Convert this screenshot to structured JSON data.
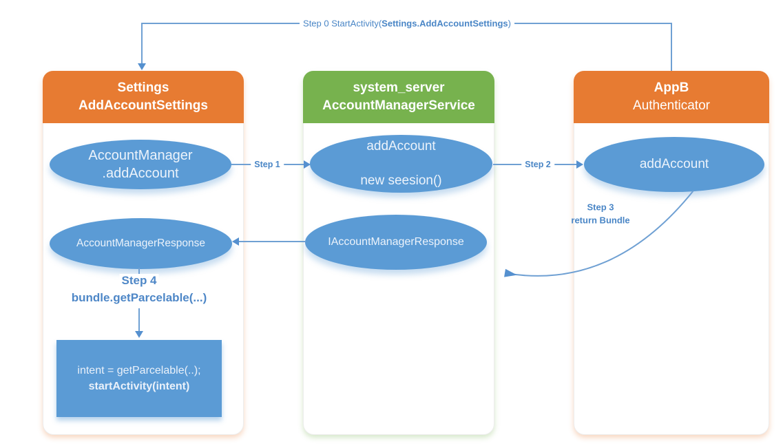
{
  "colors": {
    "orange": "#E77B32",
    "green": "#77B24E",
    "blue": "#5B9BD5",
    "line_blue": "#6FA0D3",
    "label_blue": "#4A86C6"
  },
  "step0": {
    "prefix": "Step 0  StartActivity(",
    "bold": "Settings.AddAccountSettings",
    "suffix": ")"
  },
  "columns": [
    {
      "title": "Settings",
      "subtitle": "AddAccountSettings"
    },
    {
      "title": "system_server",
      "subtitle": "AccountManagerService"
    },
    {
      "title": "AppB",
      "subtitle": "Authenticator"
    }
  ],
  "nodes": {
    "account_manager": {
      "line1": "AccountManager",
      "line2": ".addAccount"
    },
    "add_account_session": {
      "line1": "addAccount",
      "line2": "new seesion()"
    },
    "add_account_b": {
      "label": "addAccount"
    },
    "account_manager_response": {
      "label": "AccountManagerResponse"
    },
    "iaccount_manager_response": {
      "label": "IAccountManagerResponse"
    }
  },
  "arrows": {
    "step1": "Step 1",
    "step2": "Step 2",
    "step3_line1": "Step 3",
    "step3_line2": "return Bundle",
    "step4_line1": "Step 4",
    "step4_line2": "bundle.getParcelable(...)"
  },
  "code_box": {
    "line1": "intent = getParcelable(..);",
    "line2": "startActivity(intent)"
  }
}
